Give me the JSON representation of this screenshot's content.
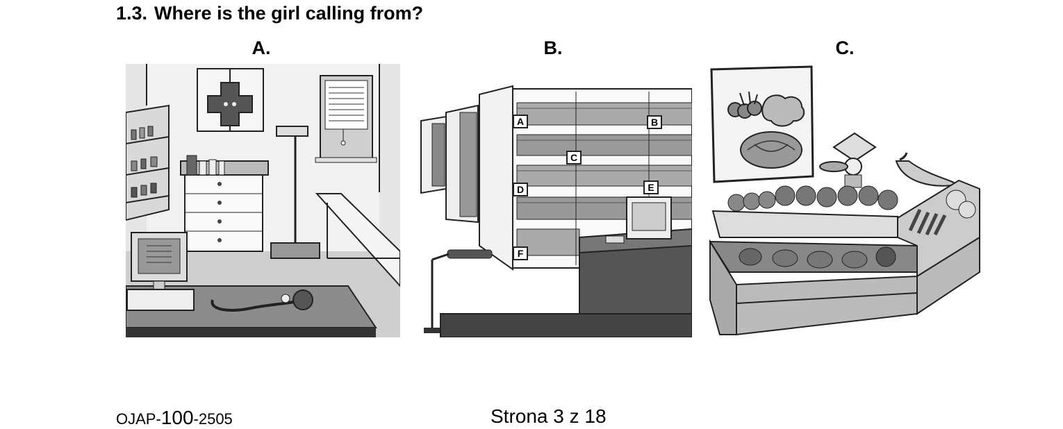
{
  "question": {
    "number": "1.3.",
    "text": "Where is the girl calling from?"
  },
  "options": [
    {
      "label": "A.",
      "picture": "doctors-office-illustration"
    },
    {
      "label": "B.",
      "picture": "library-illustration"
    },
    {
      "label": "C.",
      "picture": "vegetable-stall-illustration"
    }
  ],
  "library_shelf_letters": [
    "A",
    "B",
    "C",
    "D",
    "E",
    "F"
  ],
  "footer": {
    "code_prefix": "OJAP-",
    "code_main": "100",
    "code_suffix": "-2505",
    "page": "Strona 3 z 18"
  }
}
